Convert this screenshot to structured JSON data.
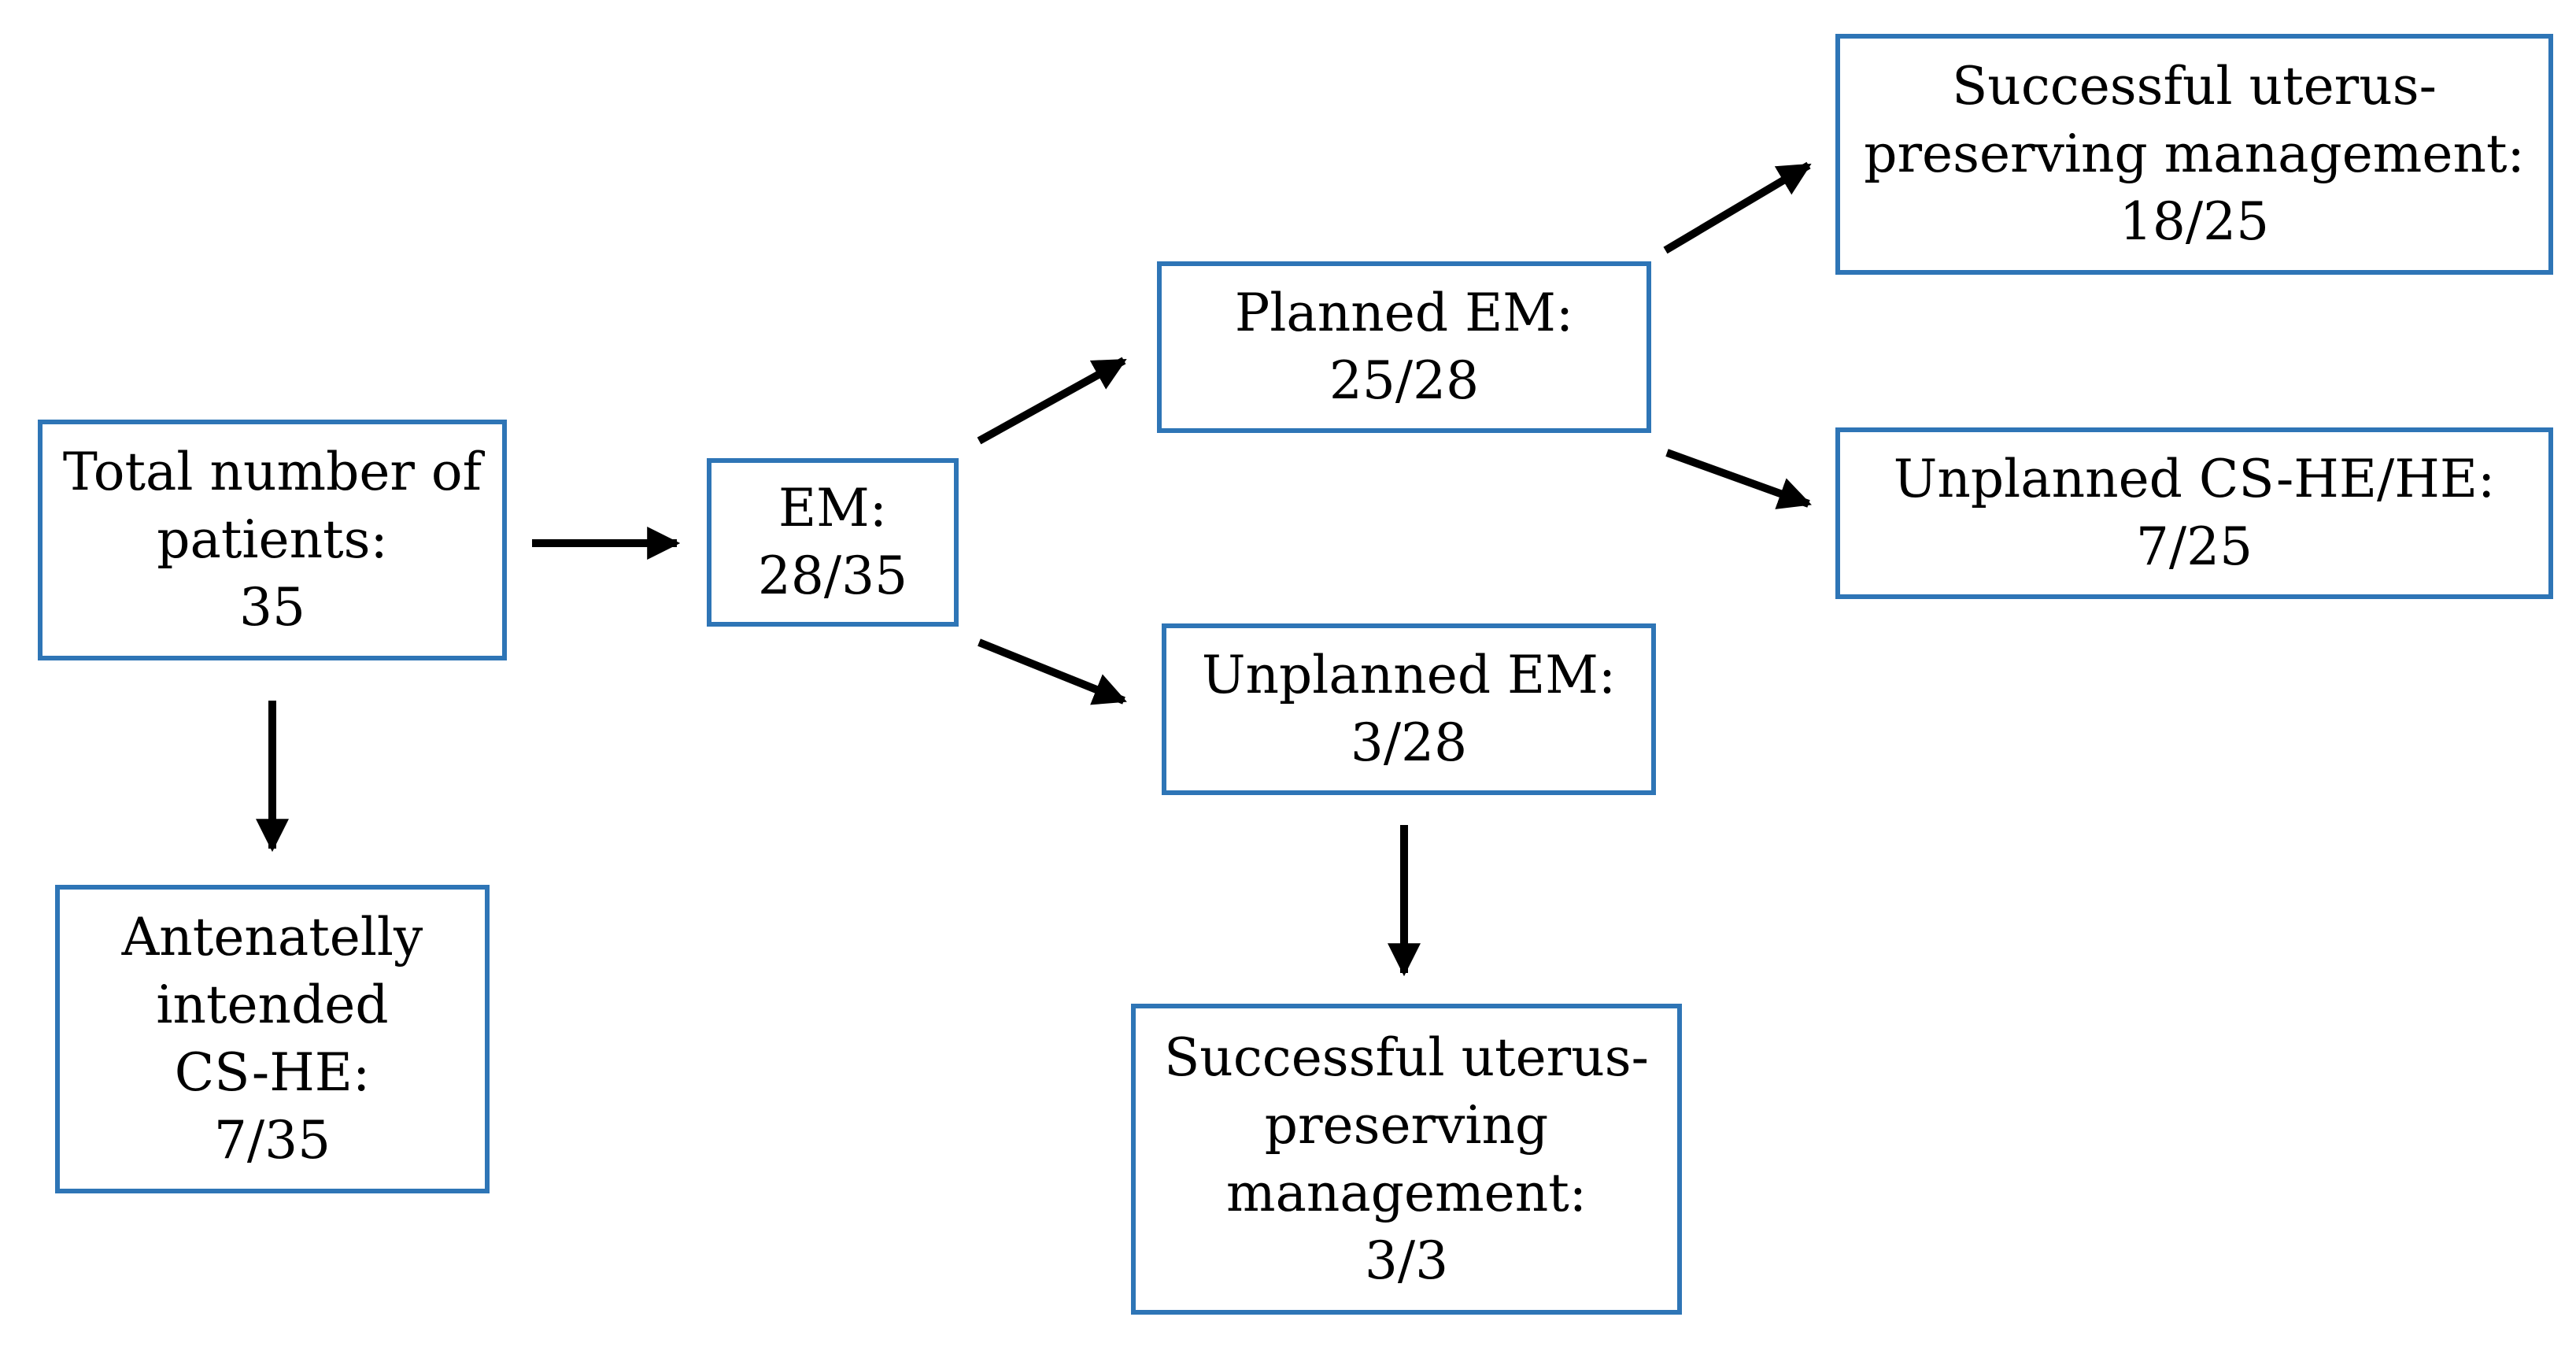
{
  "diagram": {
    "colors": {
      "box_border": "#2E75B6",
      "arrow": "#000000",
      "text": "#000000"
    },
    "nodes": {
      "total": {
        "lines": [
          "Total number of",
          "patients:",
          "35"
        ]
      },
      "antenatal": {
        "lines": [
          "Antenatelly",
          "intended",
          "CS-HE:",
          "7/35"
        ]
      },
      "em": {
        "lines": [
          "EM:",
          "28/35"
        ]
      },
      "planned_em": {
        "lines": [
          "Planned EM:",
          "25/28"
        ]
      },
      "unplanned_em": {
        "lines": [
          "Unplanned EM:",
          "3/28"
        ]
      },
      "success_top": {
        "lines": [
          "Successful uterus-",
          "preserving management:",
          "18/25"
        ]
      },
      "unplanned_cs_he": {
        "lines": [
          "Unplanned CS-HE/HE:",
          "7/25"
        ]
      },
      "success_bottom": {
        "lines": [
          "Successful uterus-",
          "preserving",
          "management:",
          "3/3"
        ]
      }
    },
    "edges": [
      {
        "from": "total",
        "to": "em"
      },
      {
        "from": "total",
        "to": "antenatal"
      },
      {
        "from": "em",
        "to": "planned_em"
      },
      {
        "from": "em",
        "to": "unplanned_em"
      },
      {
        "from": "planned_em",
        "to": "success_top"
      },
      {
        "from": "planned_em",
        "to": "unplanned_cs_he"
      },
      {
        "from": "unplanned_em",
        "to": "success_bottom"
      }
    ]
  }
}
